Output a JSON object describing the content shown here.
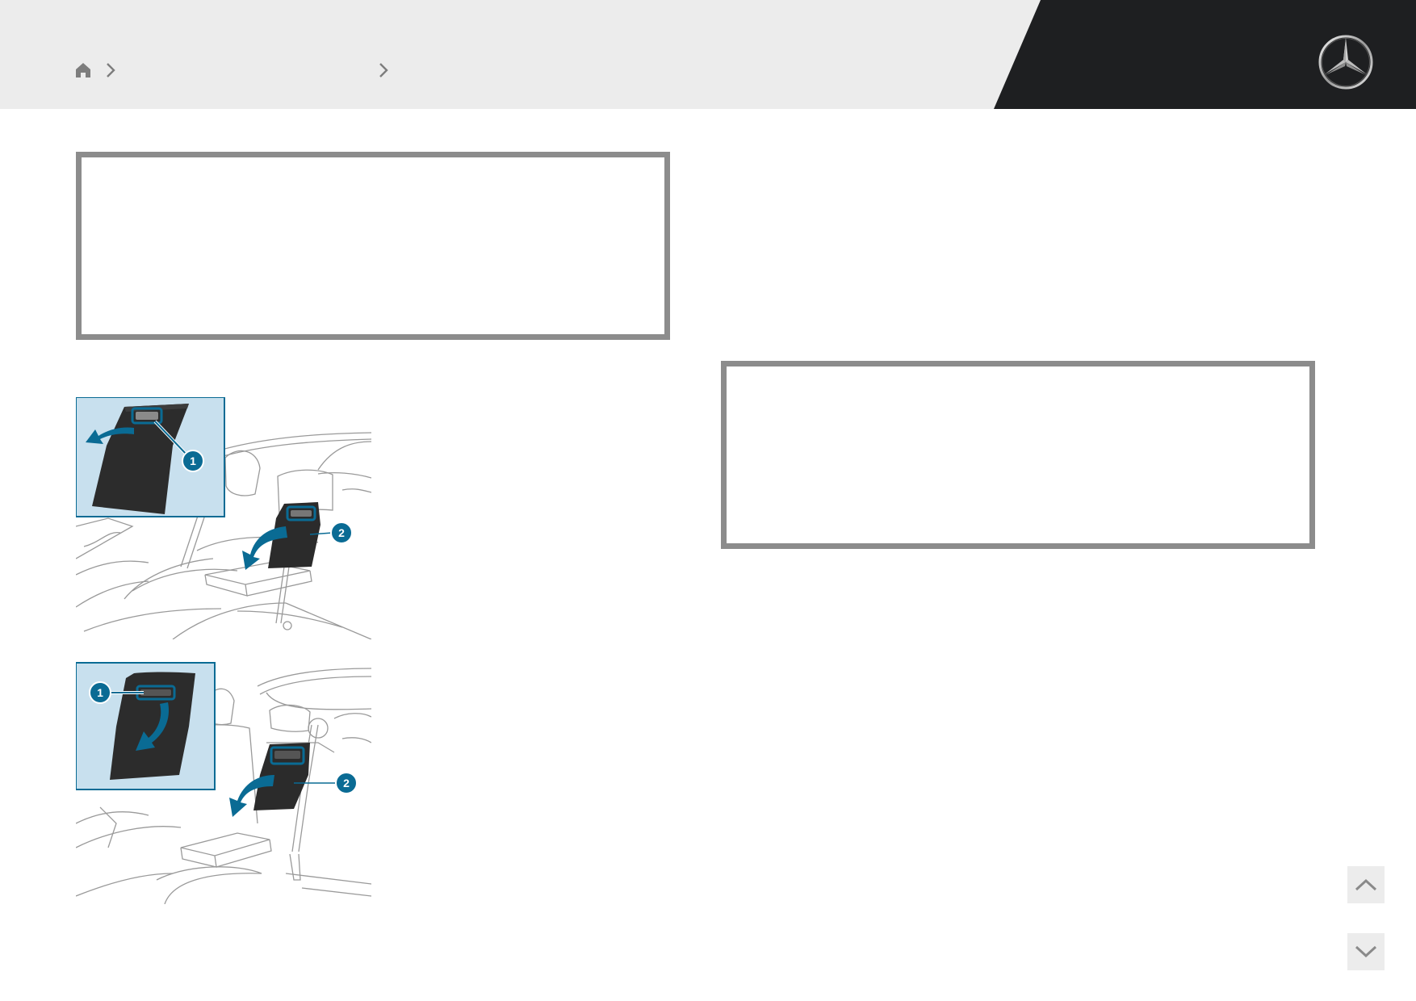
{
  "header": {
    "background_color": "#ececec",
    "dark_panel_color": "#1e1f21",
    "breadcrumb": {
      "home_icon": "home-icon",
      "separator_icon": "chevron-right-icon",
      "items": [
        "",
        ""
      ]
    },
    "logo": "mercedes-star-logo"
  },
  "content": {
    "frame_color": "#8c8c8c",
    "illustrations": [
      {
        "name": "rear-seat-armrest-release-illustration",
        "callouts": [
          "1",
          "2"
        ]
      },
      {
        "name": "rear-seat-backrest-release-illustration",
        "callouts": [
          "1",
          "2"
        ]
      }
    ],
    "accent_color": "#0a6b94",
    "inset_background": "#c8e0ee"
  },
  "navigation": {
    "up_icon": "chevron-up-icon",
    "down_icon": "chevron-down-icon"
  }
}
